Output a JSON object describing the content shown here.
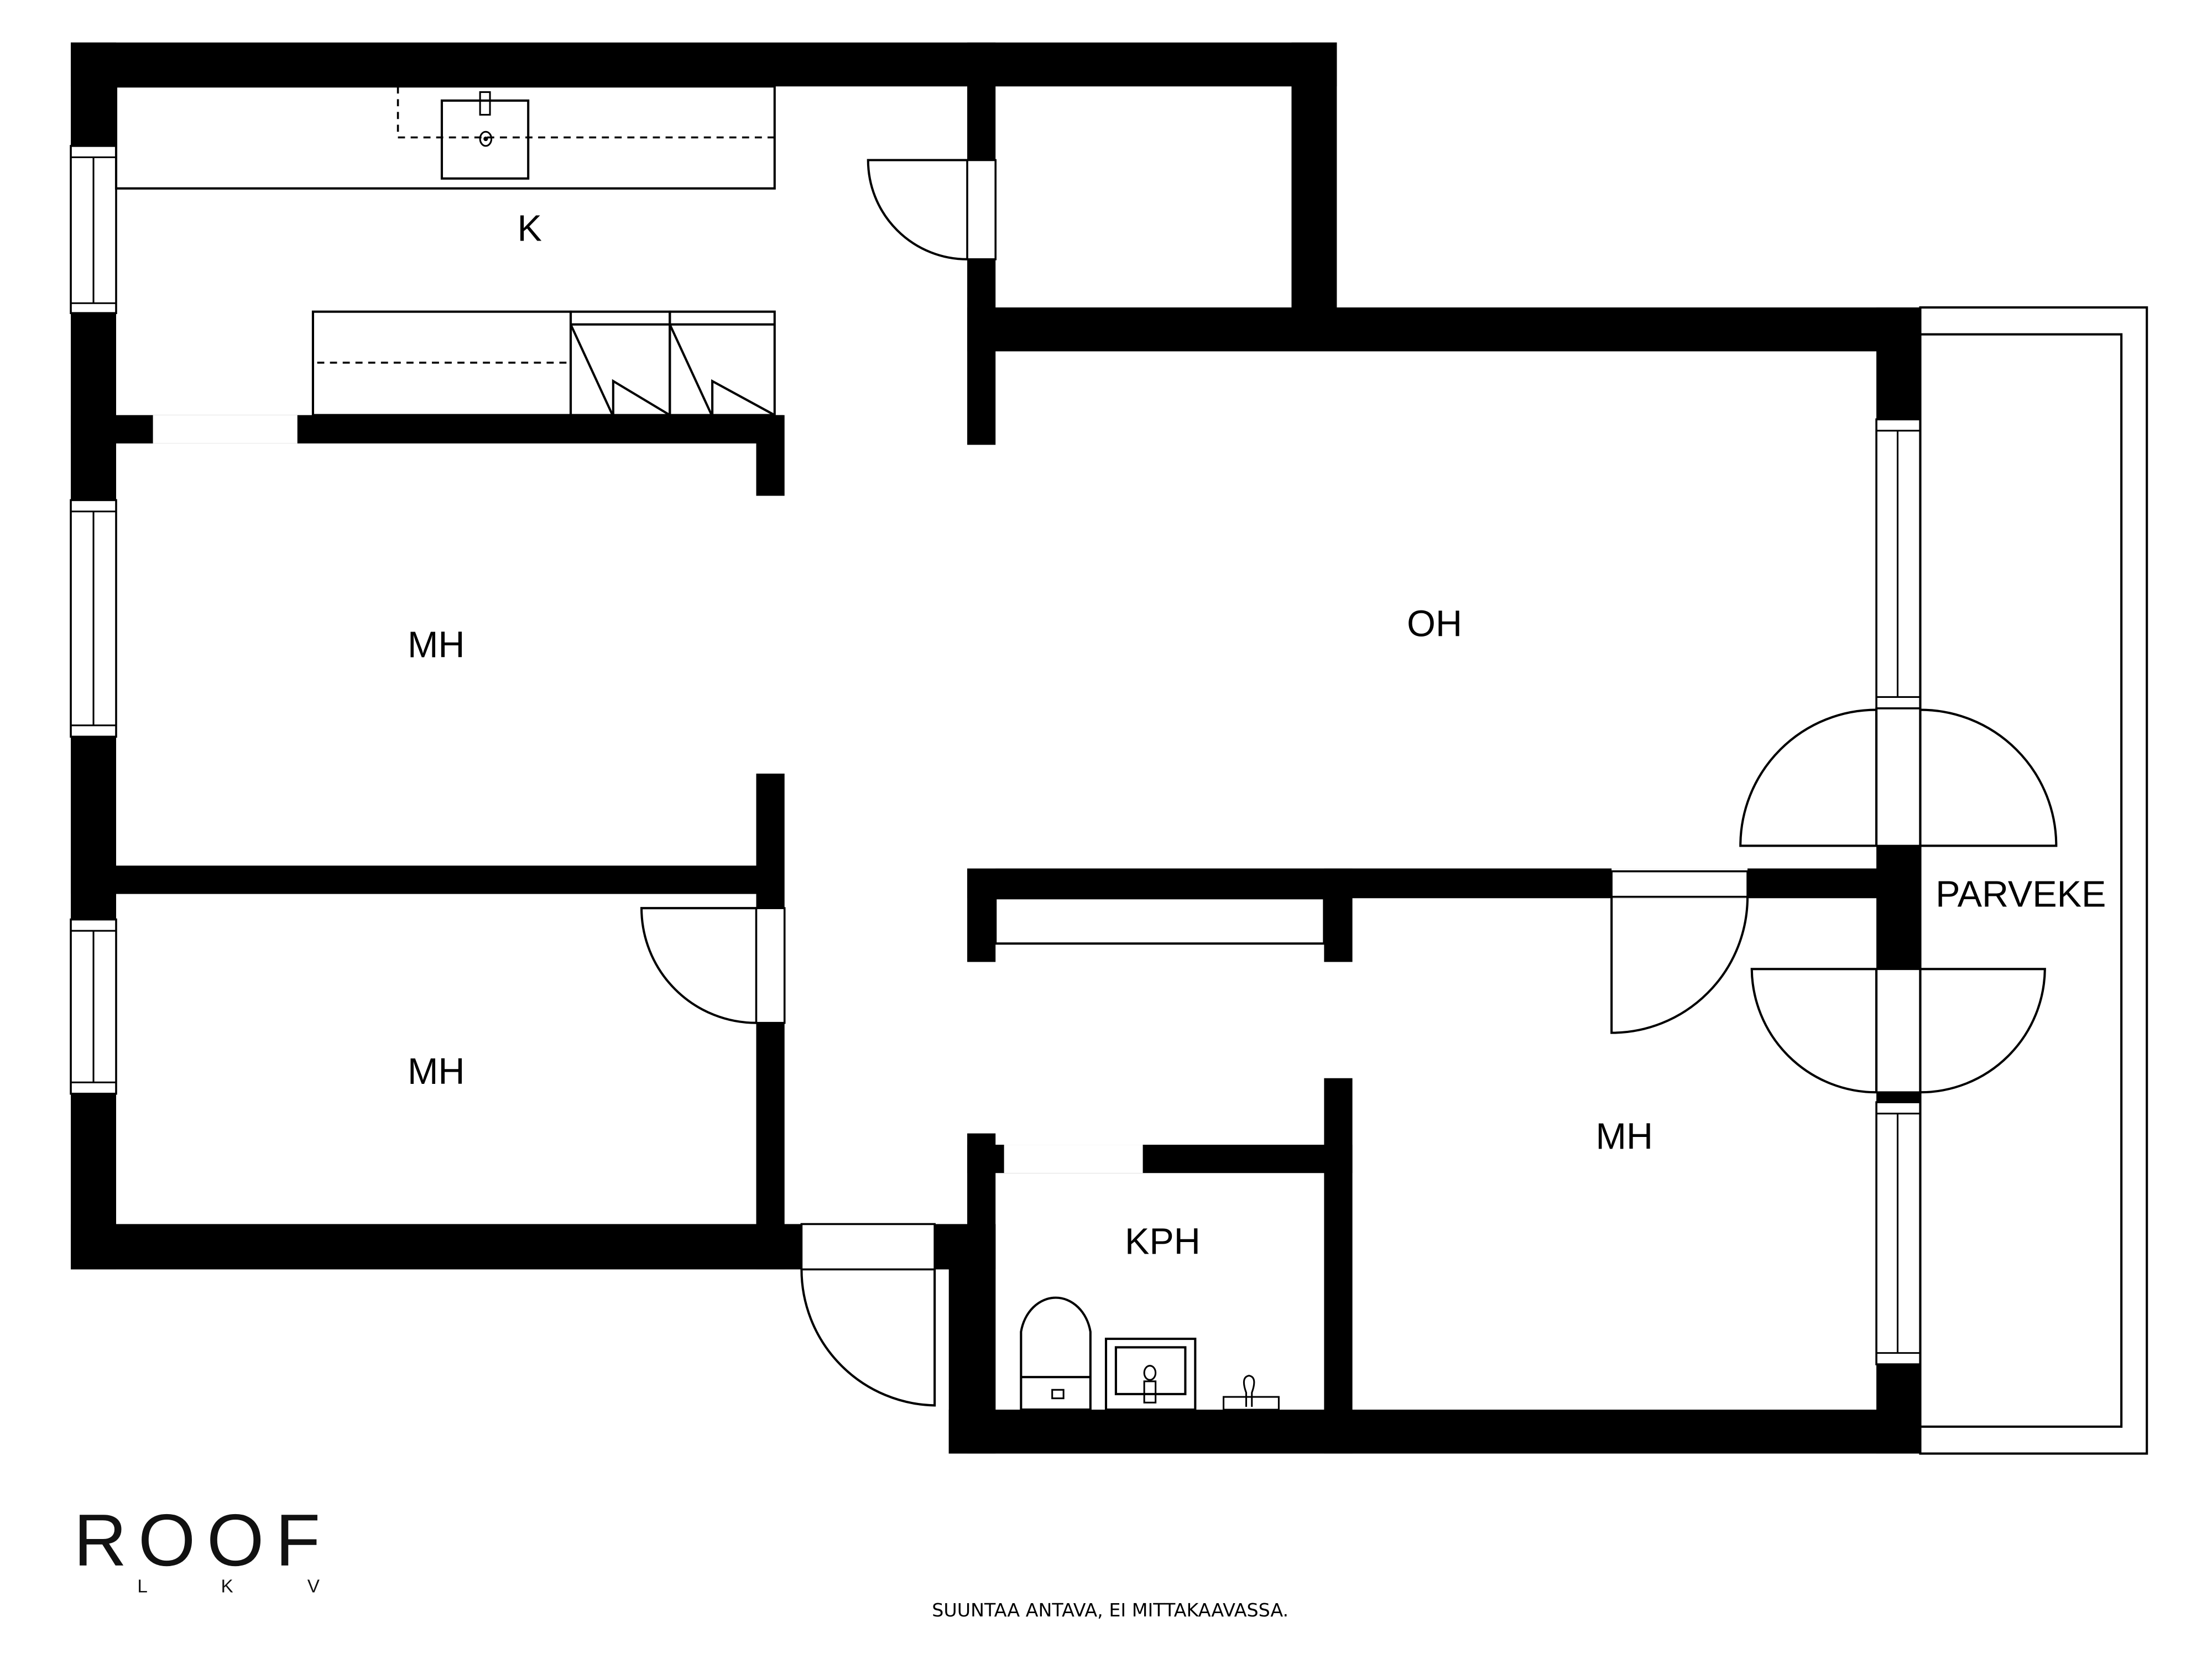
{
  "plan": {
    "rooms": [
      {
        "id": "kitchen",
        "label": "K"
      },
      {
        "id": "bedroom-1",
        "label": "MH"
      },
      {
        "id": "bedroom-2",
        "label": "MH"
      },
      {
        "id": "living-room",
        "label": "OH"
      },
      {
        "id": "balcony",
        "label": "PARVEKE"
      },
      {
        "id": "bathroom",
        "label": "KPH"
      },
      {
        "id": "bedroom-3",
        "label": "MH"
      }
    ]
  },
  "logo": {
    "main": "ROOF",
    "sub": [
      "L",
      "K",
      "V"
    ]
  },
  "footer": {
    "disclaimer": "SUUNTAA ANTAVA, EI MITTAKAAVASSA."
  },
  "colors": {
    "wall": "#000000",
    "background": "#ffffff"
  }
}
